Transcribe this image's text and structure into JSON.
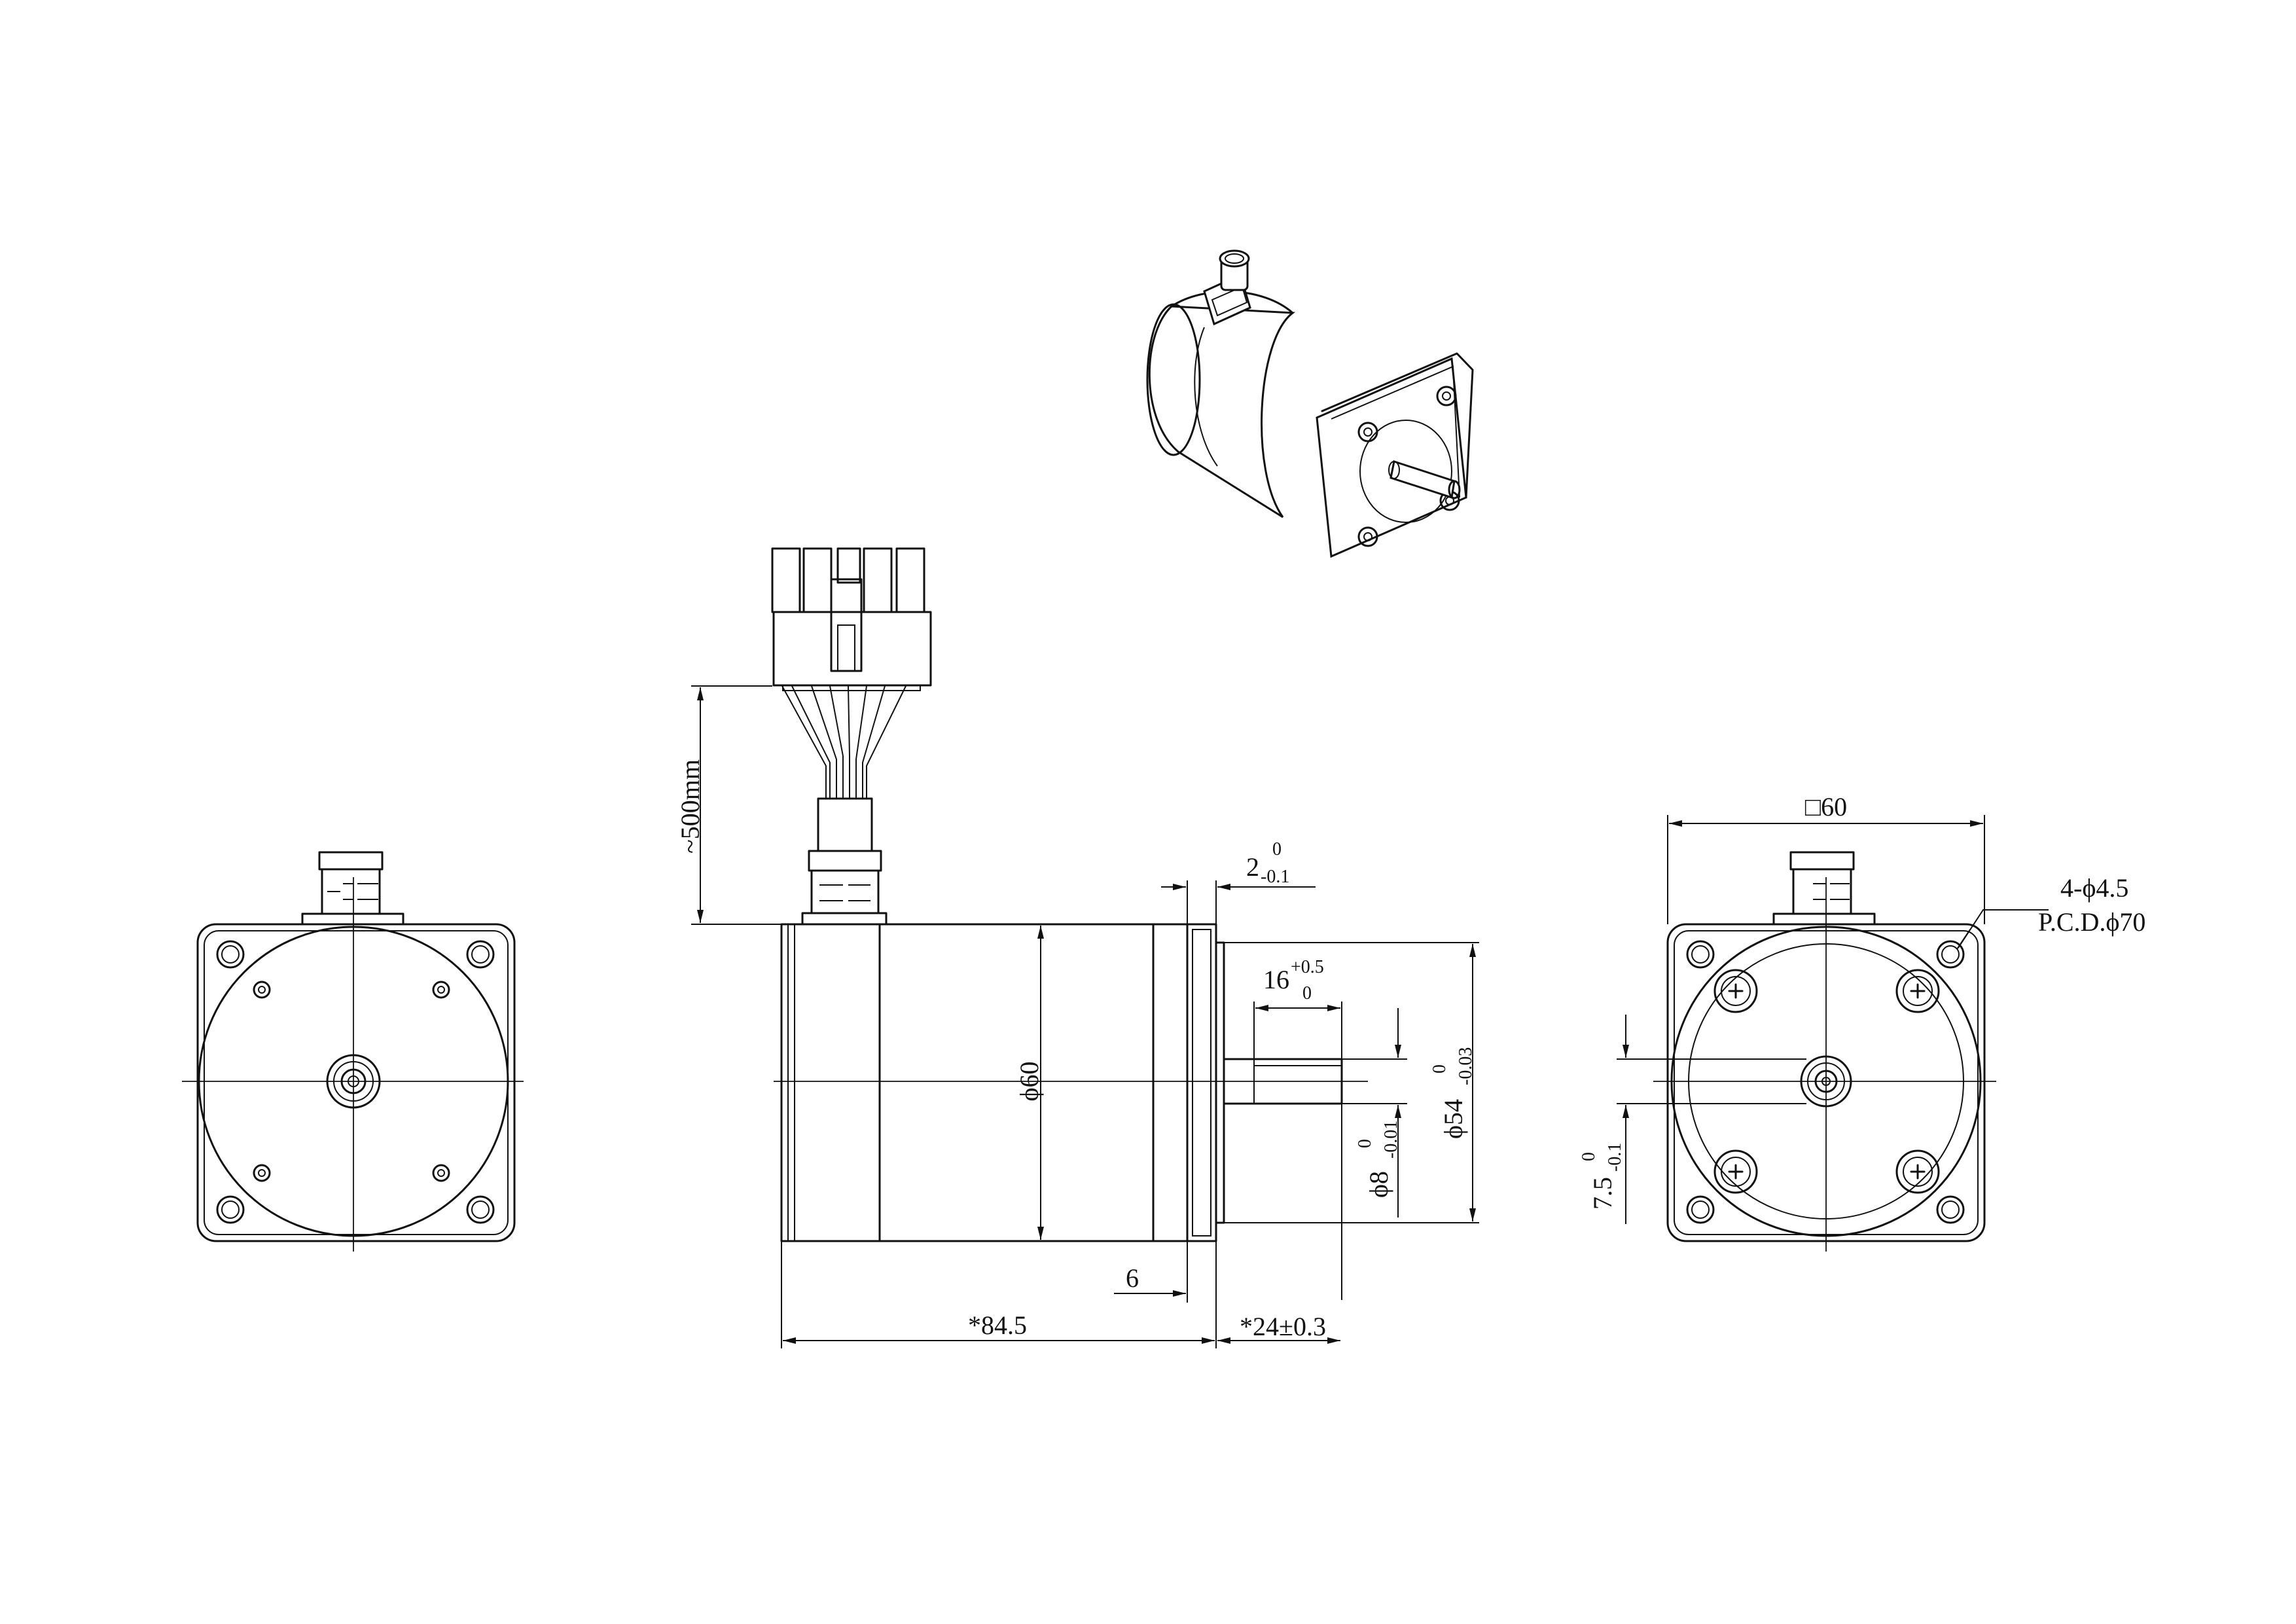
{
  "dimensions": {
    "cable_length": "~500mm",
    "flange_thickness_main": "2",
    "flange_thickness_tol_upper": "0",
    "flange_thickness_tol_lower": "-0.1",
    "flat_length_main": "16",
    "flat_length_tol_upper": "+0.5",
    "flat_length_tol_lower": "0",
    "body_diameter": "ϕ60",
    "shaft_diameter_main": "ϕ8",
    "shaft_diameter_tol_upper": "0",
    "shaft_diameter_tol_lower": "-0.01",
    "pilot_diameter_main": "ϕ54",
    "pilot_diameter_tol_upper": "0",
    "pilot_diameter_tol_lower": "-0.03",
    "flange_to_body_step": "6",
    "body_length": "*84.5",
    "shaft_length": "*24±0.3",
    "square_size": "□60",
    "mounting_holes": "4-ϕ4.5",
    "pitch_circle": "P.C.D.ϕ70",
    "flat_depth_main": "7.5",
    "flat_depth_tol_upper": "0",
    "flat_depth_tol_lower": "-0.1"
  },
  "icons": {
    "arrowhead": "filled-triangle-arrow",
    "leader_tick": "slash-tick",
    "center_mark": "cross-centerline"
  }
}
